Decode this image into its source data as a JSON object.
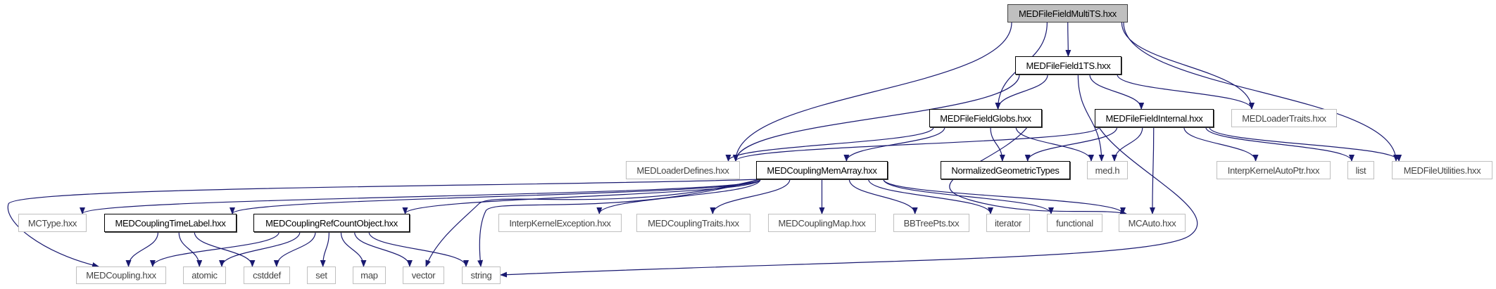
{
  "graph": {
    "edge_color": "#191970",
    "root_fill": "#bfbfbf",
    "nodes": [
      {
        "id": "multits",
        "label": "MEDFileFieldMultiTS.hxx",
        "kind": "root"
      },
      {
        "id": "f1ts",
        "label": "MEDFileField1TS.hxx",
        "kind": "doc"
      },
      {
        "id": "globs",
        "label": "MEDFileFieldGlobs.hxx",
        "kind": "doc"
      },
      {
        "id": "internal",
        "label": "MEDFileFieldInternal.hxx",
        "kind": "doc"
      },
      {
        "id": "loadertraits",
        "label": "MEDLoaderTraits.hxx",
        "kind": "ext"
      },
      {
        "id": "loaderdefines",
        "label": "MEDLoaderDefines.hxx",
        "kind": "ext"
      },
      {
        "id": "memarray",
        "label": "MEDCouplingMemArray.hxx",
        "kind": "doc"
      },
      {
        "id": "normalized",
        "label": "NormalizedGeometricTypes",
        "kind": "doc"
      },
      {
        "id": "medh",
        "label": "med.h",
        "kind": "ext"
      },
      {
        "id": "autoptr",
        "label": "InterpKernelAutoPtr.hxx",
        "kind": "ext"
      },
      {
        "id": "list",
        "label": "list",
        "kind": "ext"
      },
      {
        "id": "fileutilities",
        "label": "MEDFileUtilities.hxx",
        "kind": "ext"
      },
      {
        "id": "mctype",
        "label": "MCType.hxx",
        "kind": "ext"
      },
      {
        "id": "timelabel",
        "label": "MEDCouplingTimeLabel.hxx",
        "kind": "doc"
      },
      {
        "id": "refcount",
        "label": "MEDCouplingRefCountObject.hxx",
        "kind": "doc"
      },
      {
        "id": "ikexception",
        "label": "InterpKernelException.hxx",
        "kind": "ext"
      },
      {
        "id": "mctraits",
        "label": "MEDCouplingTraits.hxx",
        "kind": "ext"
      },
      {
        "id": "mcmap",
        "label": "MEDCouplingMap.hxx",
        "kind": "ext"
      },
      {
        "id": "bbtree",
        "label": "BBTreePts.txx",
        "kind": "ext"
      },
      {
        "id": "iterator",
        "label": "iterator",
        "kind": "ext"
      },
      {
        "id": "functional",
        "label": "functional",
        "kind": "ext"
      },
      {
        "id": "mcauto",
        "label": "MCAuto.hxx",
        "kind": "ext"
      },
      {
        "id": "medcoupling",
        "label": "MEDCoupling.hxx",
        "kind": "ext"
      },
      {
        "id": "atomic",
        "label": "atomic",
        "kind": "ext"
      },
      {
        "id": "cstddef",
        "label": "cstddef",
        "kind": "ext"
      },
      {
        "id": "set",
        "label": "set",
        "kind": "ext"
      },
      {
        "id": "map",
        "label": "map",
        "kind": "ext"
      },
      {
        "id": "vector",
        "label": "vector",
        "kind": "ext"
      },
      {
        "id": "string",
        "label": "string",
        "kind": "ext"
      }
    ],
    "edges": [
      [
        "multits",
        "loaderdefines"
      ],
      [
        "multits",
        "globs"
      ],
      [
        "multits",
        "f1ts"
      ],
      [
        "multits",
        "loadertraits"
      ],
      [
        "multits",
        "fileutilities"
      ],
      [
        "f1ts",
        "loaderdefines"
      ],
      [
        "f1ts",
        "globs"
      ],
      [
        "f1ts",
        "medh"
      ],
      [
        "f1ts",
        "internal"
      ],
      [
        "f1ts",
        "loadertraits"
      ],
      [
        "globs",
        "loaderdefines"
      ],
      [
        "globs",
        "memarray"
      ],
      [
        "globs",
        "mcauto"
      ],
      [
        "globs",
        "normalized"
      ],
      [
        "globs",
        "medh"
      ],
      [
        "internal",
        "loaderdefines"
      ],
      [
        "internal",
        "normalized"
      ],
      [
        "internal",
        "medh"
      ],
      [
        "internal",
        "mcauto"
      ],
      [
        "internal",
        "string"
      ],
      [
        "internal",
        "autoptr"
      ],
      [
        "internal",
        "list"
      ],
      [
        "internal",
        "fileutilities"
      ],
      [
        "memarray",
        "medcoupling"
      ],
      [
        "memarray",
        "mctype"
      ],
      [
        "memarray",
        "timelabel"
      ],
      [
        "memarray",
        "refcount"
      ],
      [
        "memarray",
        "vector"
      ],
      [
        "memarray",
        "string"
      ],
      [
        "memarray",
        "ikexception"
      ],
      [
        "memarray",
        "mctraits"
      ],
      [
        "memarray",
        "mcmap"
      ],
      [
        "memarray",
        "bbtree"
      ],
      [
        "memarray",
        "iterator"
      ],
      [
        "memarray",
        "functional"
      ],
      [
        "memarray",
        "mcauto"
      ],
      [
        "timelabel",
        "medcoupling"
      ],
      [
        "timelabel",
        "atomic"
      ],
      [
        "timelabel",
        "cstddef"
      ],
      [
        "refcount",
        "medcoupling"
      ],
      [
        "refcount",
        "atomic"
      ],
      [
        "refcount",
        "cstddef"
      ],
      [
        "refcount",
        "set"
      ],
      [
        "refcount",
        "map"
      ],
      [
        "refcount",
        "vector"
      ],
      [
        "refcount",
        "string"
      ]
    ]
  }
}
